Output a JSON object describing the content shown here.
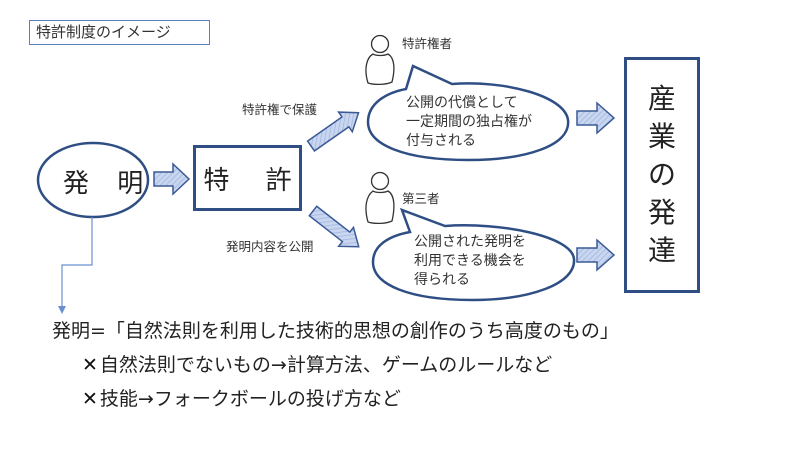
{
  "title": "特許制度のイメージ",
  "nodes": {
    "invention": "発 明",
    "patent": "特 許",
    "industry": [
      "産",
      "業",
      "の",
      "発",
      "達"
    ]
  },
  "persons": {
    "patent_holder": "特許権者",
    "third_party": "第三者"
  },
  "arrow_labels": {
    "protect": "特許権で保護",
    "publish": "発明内容を公開"
  },
  "bubbles": {
    "holder": [
      "公開の代償として",
      "一定期間の独占権が",
      "付与される"
    ],
    "third_party": [
      "公開された発明を",
      "利用できる機会を",
      "得られる"
    ]
  },
  "definition": "発明=「自然法則を利用した技術的思想の創作のうち高度のもの」",
  "exclusions": [
    {
      "mark": "✕",
      "text": "自然法則でないもの→計算方法、ゲームのルールなど"
    },
    {
      "mark": "✕",
      "text": "技能→フォークボールの投げ方など"
    }
  ],
  "colors": {
    "outline": "#2e4e84",
    "arrow_fill": "#c5d3ee",
    "arrow_stroke": "#3b5a96",
    "connector": "#6a8fd0"
  }
}
